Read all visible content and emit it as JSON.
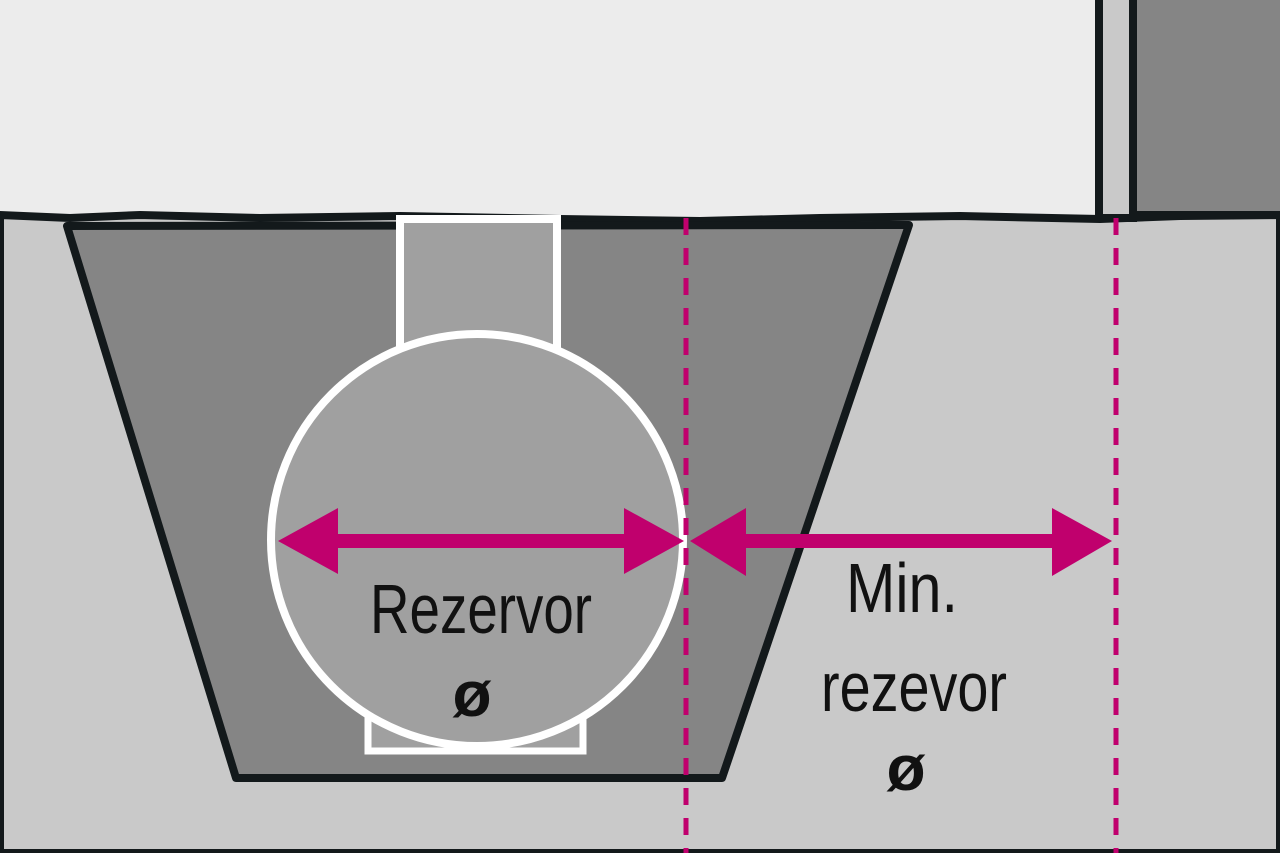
{
  "colors": {
    "sky": "#ececec",
    "ground": "#c9c9c9",
    "pit": "#858585",
    "tank": "#a0a0a0",
    "building": "#858585",
    "outline": "#13191b",
    "tank_outline": "#ffffff",
    "accent": "#c0006d"
  },
  "labels": {
    "tank_line1": "Rezervor",
    "tank_symbol": "ø",
    "min_line1": "Min.",
    "min_line2": "rezevor",
    "min_symbol": "ø"
  },
  "icons": {
    "dimension_arrows": "double-headed-arrow",
    "guide_lines": "dashed-vertical-line"
  }
}
